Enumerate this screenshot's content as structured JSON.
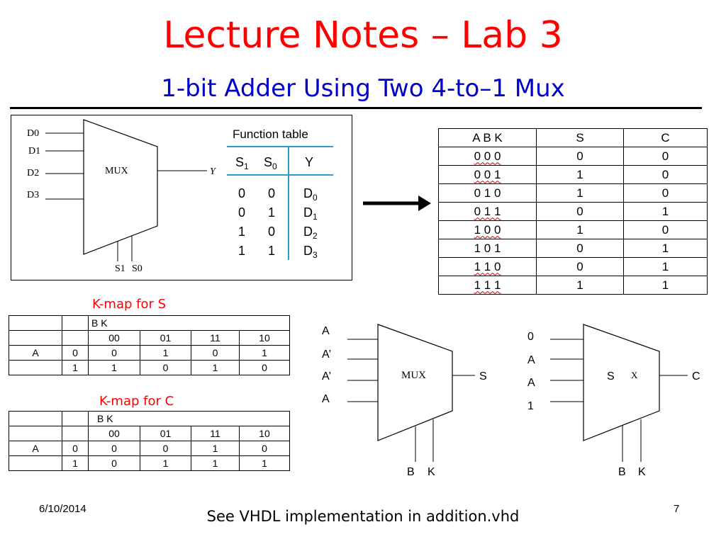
{
  "slide": {
    "title": "Lecture Notes – Lab 3",
    "subtitle": "1-bit Adder Using Two 4-to–1 Mux",
    "footer_date": "6/10/2014",
    "footer_page": "7",
    "footer_note": "See VHDL implementation in addition.vhd"
  },
  "colors": {
    "title": "#ff0000",
    "subtitle": "#0000cc",
    "table_rule": "#3399cc"
  },
  "mux_figure": {
    "inputs": [
      "D0",
      "D1",
      "D2",
      "D3"
    ],
    "block_label": "MUX",
    "output": "Y",
    "selects": [
      "S1",
      "S0"
    ],
    "function_table": {
      "title": "Function table",
      "headers": [
        "S",
        "S",
        "Y"
      ],
      "header_subs": [
        "1",
        "0",
        ""
      ],
      "rows": [
        {
          "s1": "0",
          "s0": "0",
          "y": "D",
          "y_sub": "0"
        },
        {
          "s1": "0",
          "s0": "1",
          "y": "D",
          "y_sub": "1"
        },
        {
          "s1": "1",
          "s0": "0",
          "y": "D",
          "y_sub": "2"
        },
        {
          "s1": "1",
          "s0": "1",
          "y": "D",
          "y_sub": "3"
        }
      ]
    }
  },
  "truth_table": {
    "headers": [
      "A B K",
      "S",
      "C"
    ],
    "rows": [
      [
        "0 0 0",
        "0",
        "0"
      ],
      [
        "0 0 1",
        "1",
        "0"
      ],
      [
        "0 1 0",
        "1",
        "0"
      ],
      [
        "0 1 1",
        "0",
        "1"
      ],
      [
        "1 0 0",
        "1",
        "0"
      ],
      [
        "1 0 1",
        "0",
        "1"
      ],
      [
        "1 1 0",
        "0",
        "1"
      ],
      [
        "1 1 1",
        "1",
        "1"
      ]
    ]
  },
  "kmap_s": {
    "caption": "K-map for S",
    "col_var": "B  K",
    "row_var": "A",
    "col_headers": [
      "00",
      "01",
      "11",
      "10"
    ],
    "rows": [
      {
        "label": "0",
        "cells": [
          "0",
          "1",
          "0",
          "1"
        ]
      },
      {
        "label": "1",
        "cells": [
          "1",
          "0",
          "1",
          "0"
        ]
      }
    ]
  },
  "kmap_c": {
    "caption": "K-map for C",
    "col_var": "B  K",
    "row_var": "A",
    "col_headers": [
      "00",
      "01",
      "11",
      "10"
    ],
    "rows": [
      {
        "label": "0",
        "cells": [
          "0",
          "0",
          "1",
          "0"
        ]
      },
      {
        "label": "1",
        "cells": [
          "0",
          "1",
          "1",
          "1"
        ]
      }
    ]
  },
  "mux_s": {
    "inputs": [
      "A",
      "A’",
      "A’",
      "A"
    ],
    "block_label": "MUX",
    "output": "S",
    "selects": [
      "B",
      "K"
    ]
  },
  "mux_c": {
    "inputs": [
      "0",
      "A",
      "A",
      "1"
    ],
    "block_label_left": "S",
    "block_label_right": "X",
    "output": "C",
    "selects": [
      "B",
      "K"
    ]
  }
}
